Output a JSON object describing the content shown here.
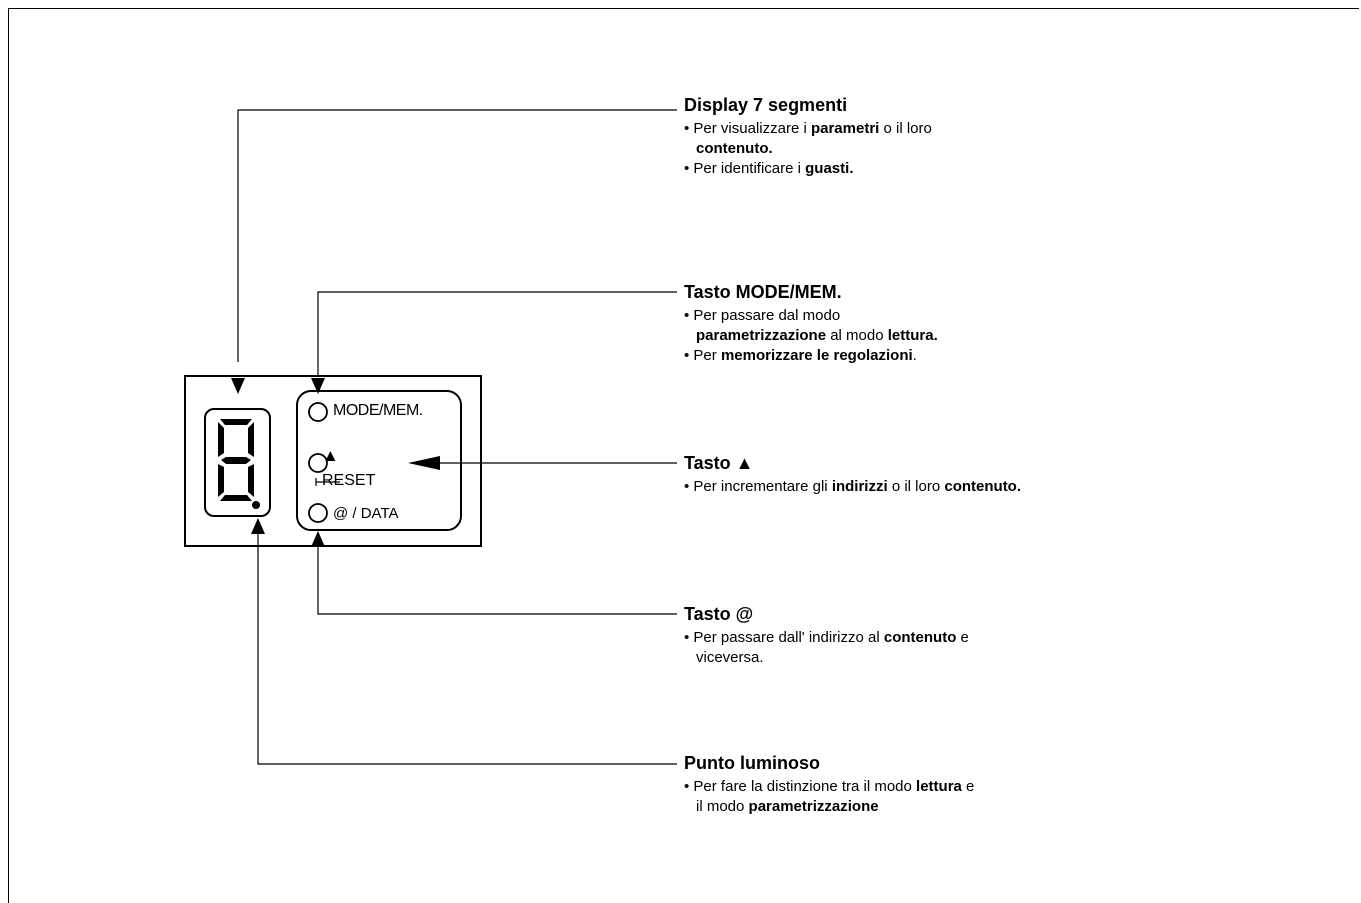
{
  "device": {
    "mode_label": "MODE/MEM.",
    "up_label": "▲",
    "reset_label": "RESET",
    "data_label": "@ / DATA"
  },
  "callouts": {
    "display": {
      "title": "Display 7 segmenti",
      "b1_a": "• Per visualizzare i ",
      "b1_bold1": "parametri",
      "b1_b": " o il loro",
      "b1_bold2": "contenuto.",
      "b2_a": "• Per identificare i ",
      "b2_bold": "guasti."
    },
    "mode": {
      "title": "Tasto MODE/MEM.",
      "b1_a": "• Per passare dal modo",
      "b1_bold1": "parametrizzazione",
      "b1_b": " al modo ",
      "b1_bold2": "lettura.",
      "b2_a": "• Per ",
      "b2_bold": "memorizzare le regolazioni",
      "b2_b": "."
    },
    "up": {
      "title": "Tasto ▲",
      "b1_a": "• Per incrementare gli ",
      "b1_bold1": "indirizzi",
      "b1_b": " o il loro ",
      "b1_bold2": "contenuto."
    },
    "at": {
      "title": "Tasto @",
      "b1_a": "• Per passare dall' indirizzo al ",
      "b1_bold": "contenuto",
      "b1_b": " e",
      "b1_c": "viceversa."
    },
    "dot": {
      "title": "Punto luminoso",
      "b1_a": "• Per fare la distinzione tra il modo ",
      "b1_bold": "lettura",
      "b1_b": " e",
      "b1_c": "il modo ",
      "b1_bold2": "parametrizzazione"
    }
  }
}
